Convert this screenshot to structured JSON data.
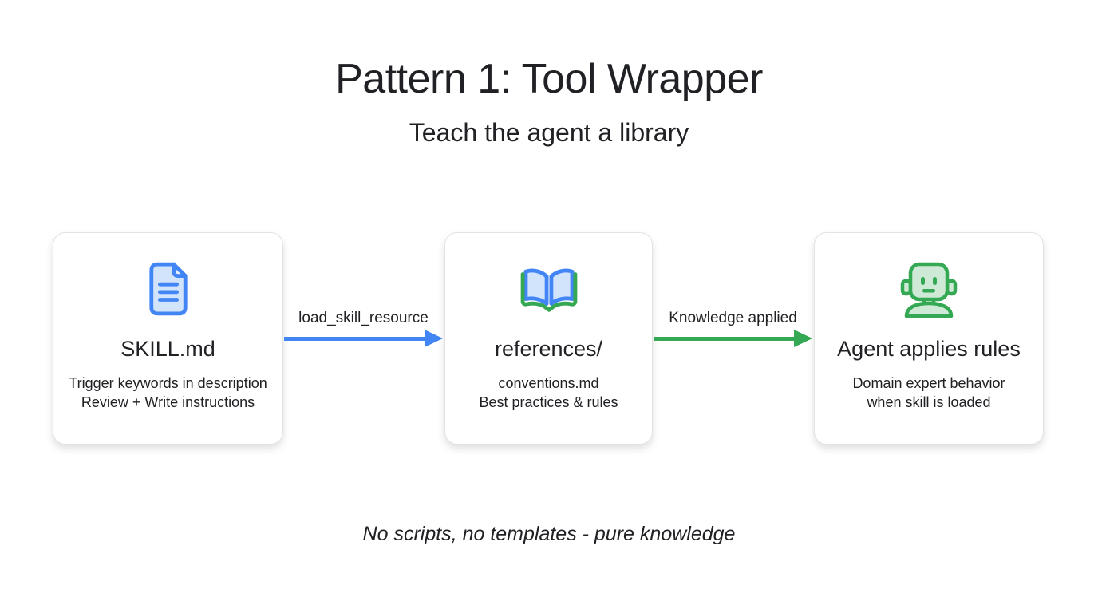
{
  "header": {
    "title": "Pattern 1: Tool Wrapper",
    "subtitle": "Teach the agent a library"
  },
  "nodes": [
    {
      "title": "SKILL.md",
      "icon": "document-icon",
      "desc_line1": "Trigger keywords in description",
      "desc_line2": "Review + Write instructions"
    },
    {
      "title": "references/",
      "icon": "open-book-icon",
      "desc_line1": "conventions.md",
      "desc_line2": "Best practices & rules"
    },
    {
      "title": "Agent applies rules",
      "icon": "robot-icon",
      "desc_line1": "Domain expert behavior",
      "desc_line2": "when skill is loaded"
    }
  ],
  "arrows": [
    {
      "label": "load_skill_resource",
      "color": "#4285f4"
    },
    {
      "label": "Knowledge applied",
      "color": "#34a853"
    }
  ],
  "footer": {
    "note": "No scripts, no templates - pure knowledge"
  },
  "colors": {
    "text": "#202124",
    "blue": "#4285f4",
    "blue-light": "#d2e3fc",
    "green": "#34a853",
    "green-light": "#ceead6",
    "box-border": "#e3e3e3",
    "background": "#ffffff"
  }
}
